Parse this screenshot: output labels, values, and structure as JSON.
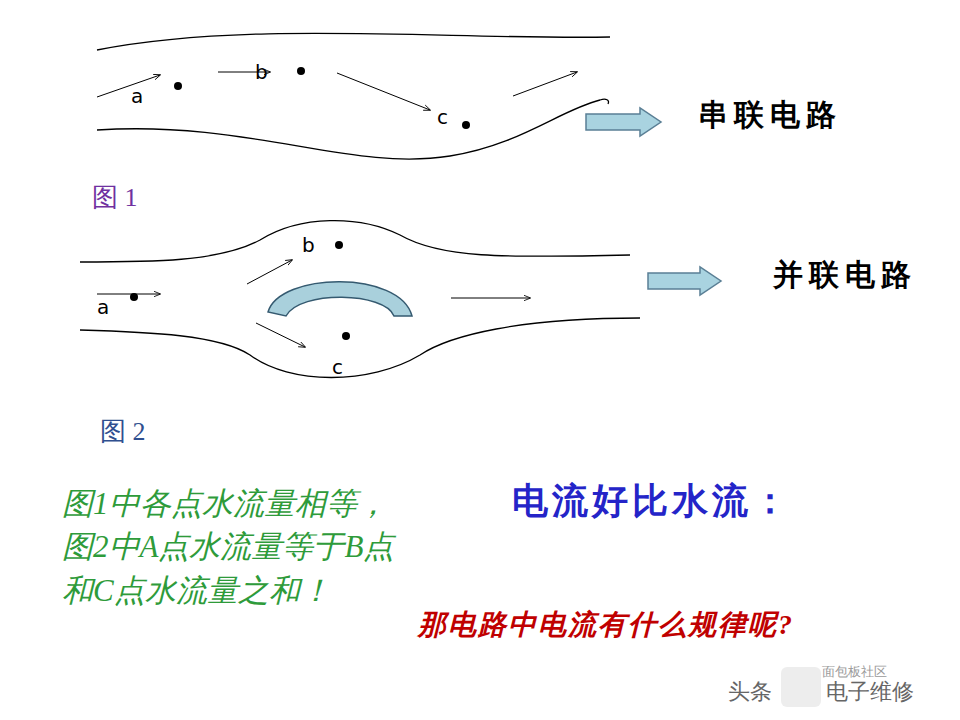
{
  "diagram": {
    "labels": [
      "a",
      "b",
      "c",
      "串联电路",
      "图 1",
      "b",
      "a",
      "c",
      "并联电路",
      "图 2",
      "图1中各点水流量相等，图2中A点水流量等于B点和C点水流量之和！",
      "电流好比水流：",
      "那电路中电流有什么规律呢?",
      "头条",
      "电子维修",
      "面包板社区"
    ]
  }
}
